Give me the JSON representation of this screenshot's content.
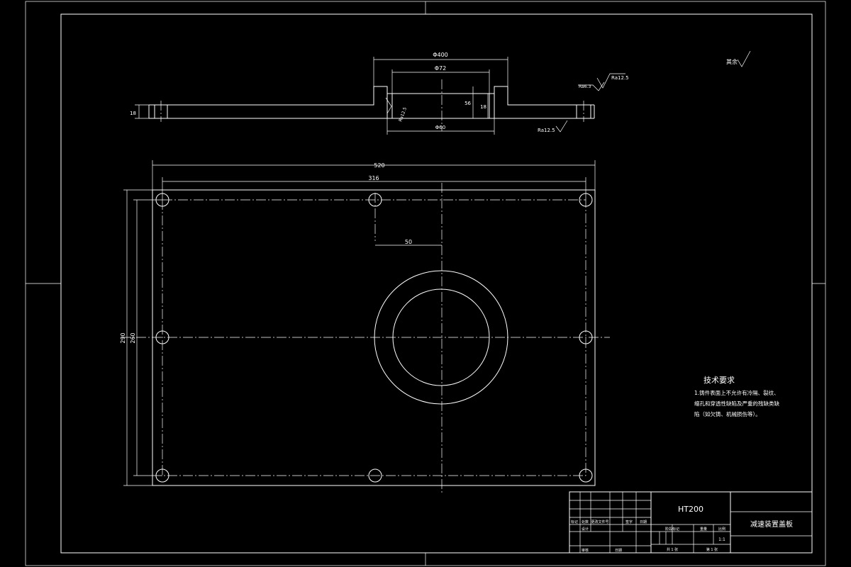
{
  "drawing": {
    "material": "HT200",
    "part_name": "减速装置盖板",
    "surface_finish_note": "其余",
    "tech_requirements": {
      "title": "技术要求",
      "lines": [
        "1.铸件表面上不允许有冷隔、裂纹、",
        "缩孔和穿透性缺陷及严重的残缺类缺",
        "陷（如欠铸、机械损伤等）。"
      ]
    },
    "dimensions": {
      "outer_dia_top": "Φ400",
      "inner_dia_top": "Φ72",
      "bottom_dia": "Φ60",
      "plate_thickness": "18",
      "boss_height": "56",
      "boss_inner": "18",
      "rough_1": "Ra12.5",
      "rough_2": "Ra12.5",
      "rough_3": "Ra6.3",
      "rough_4": "Ra12.5",
      "overall_width": "520",
      "hole_spacing_x": "316",
      "center_offset": "50",
      "overall_height": "290",
      "hole_spacing_y": "260"
    },
    "title_block": {
      "row_labels_1": [
        "标记",
        "处数",
        "更改文件号",
        "签字",
        "日期"
      ],
      "designer": "设计",
      "check": "审核",
      "stage_headers": [
        "阶段标记",
        "重量",
        "比例"
      ],
      "scale": "1:1",
      "sheet_total": "共 1 张",
      "sheet_num": "第 1 张",
      "date_label": "日期"
    }
  }
}
